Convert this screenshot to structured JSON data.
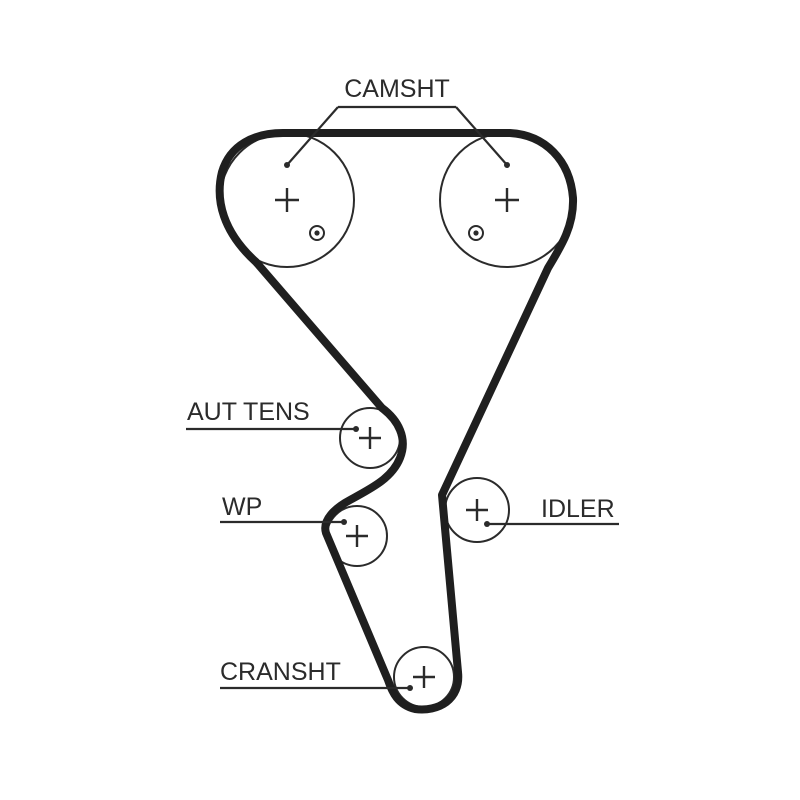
{
  "labels": {
    "camshaft": "CAMSHT",
    "auto_tensioner": "AUT TENS",
    "water_pump": "WP",
    "idler": "IDLER",
    "crankshaft": "CRANSHT"
  },
  "colors": {
    "line": "#2b2b2b",
    "belt": "#1f1f1f",
    "background": "#ffffff"
  }
}
